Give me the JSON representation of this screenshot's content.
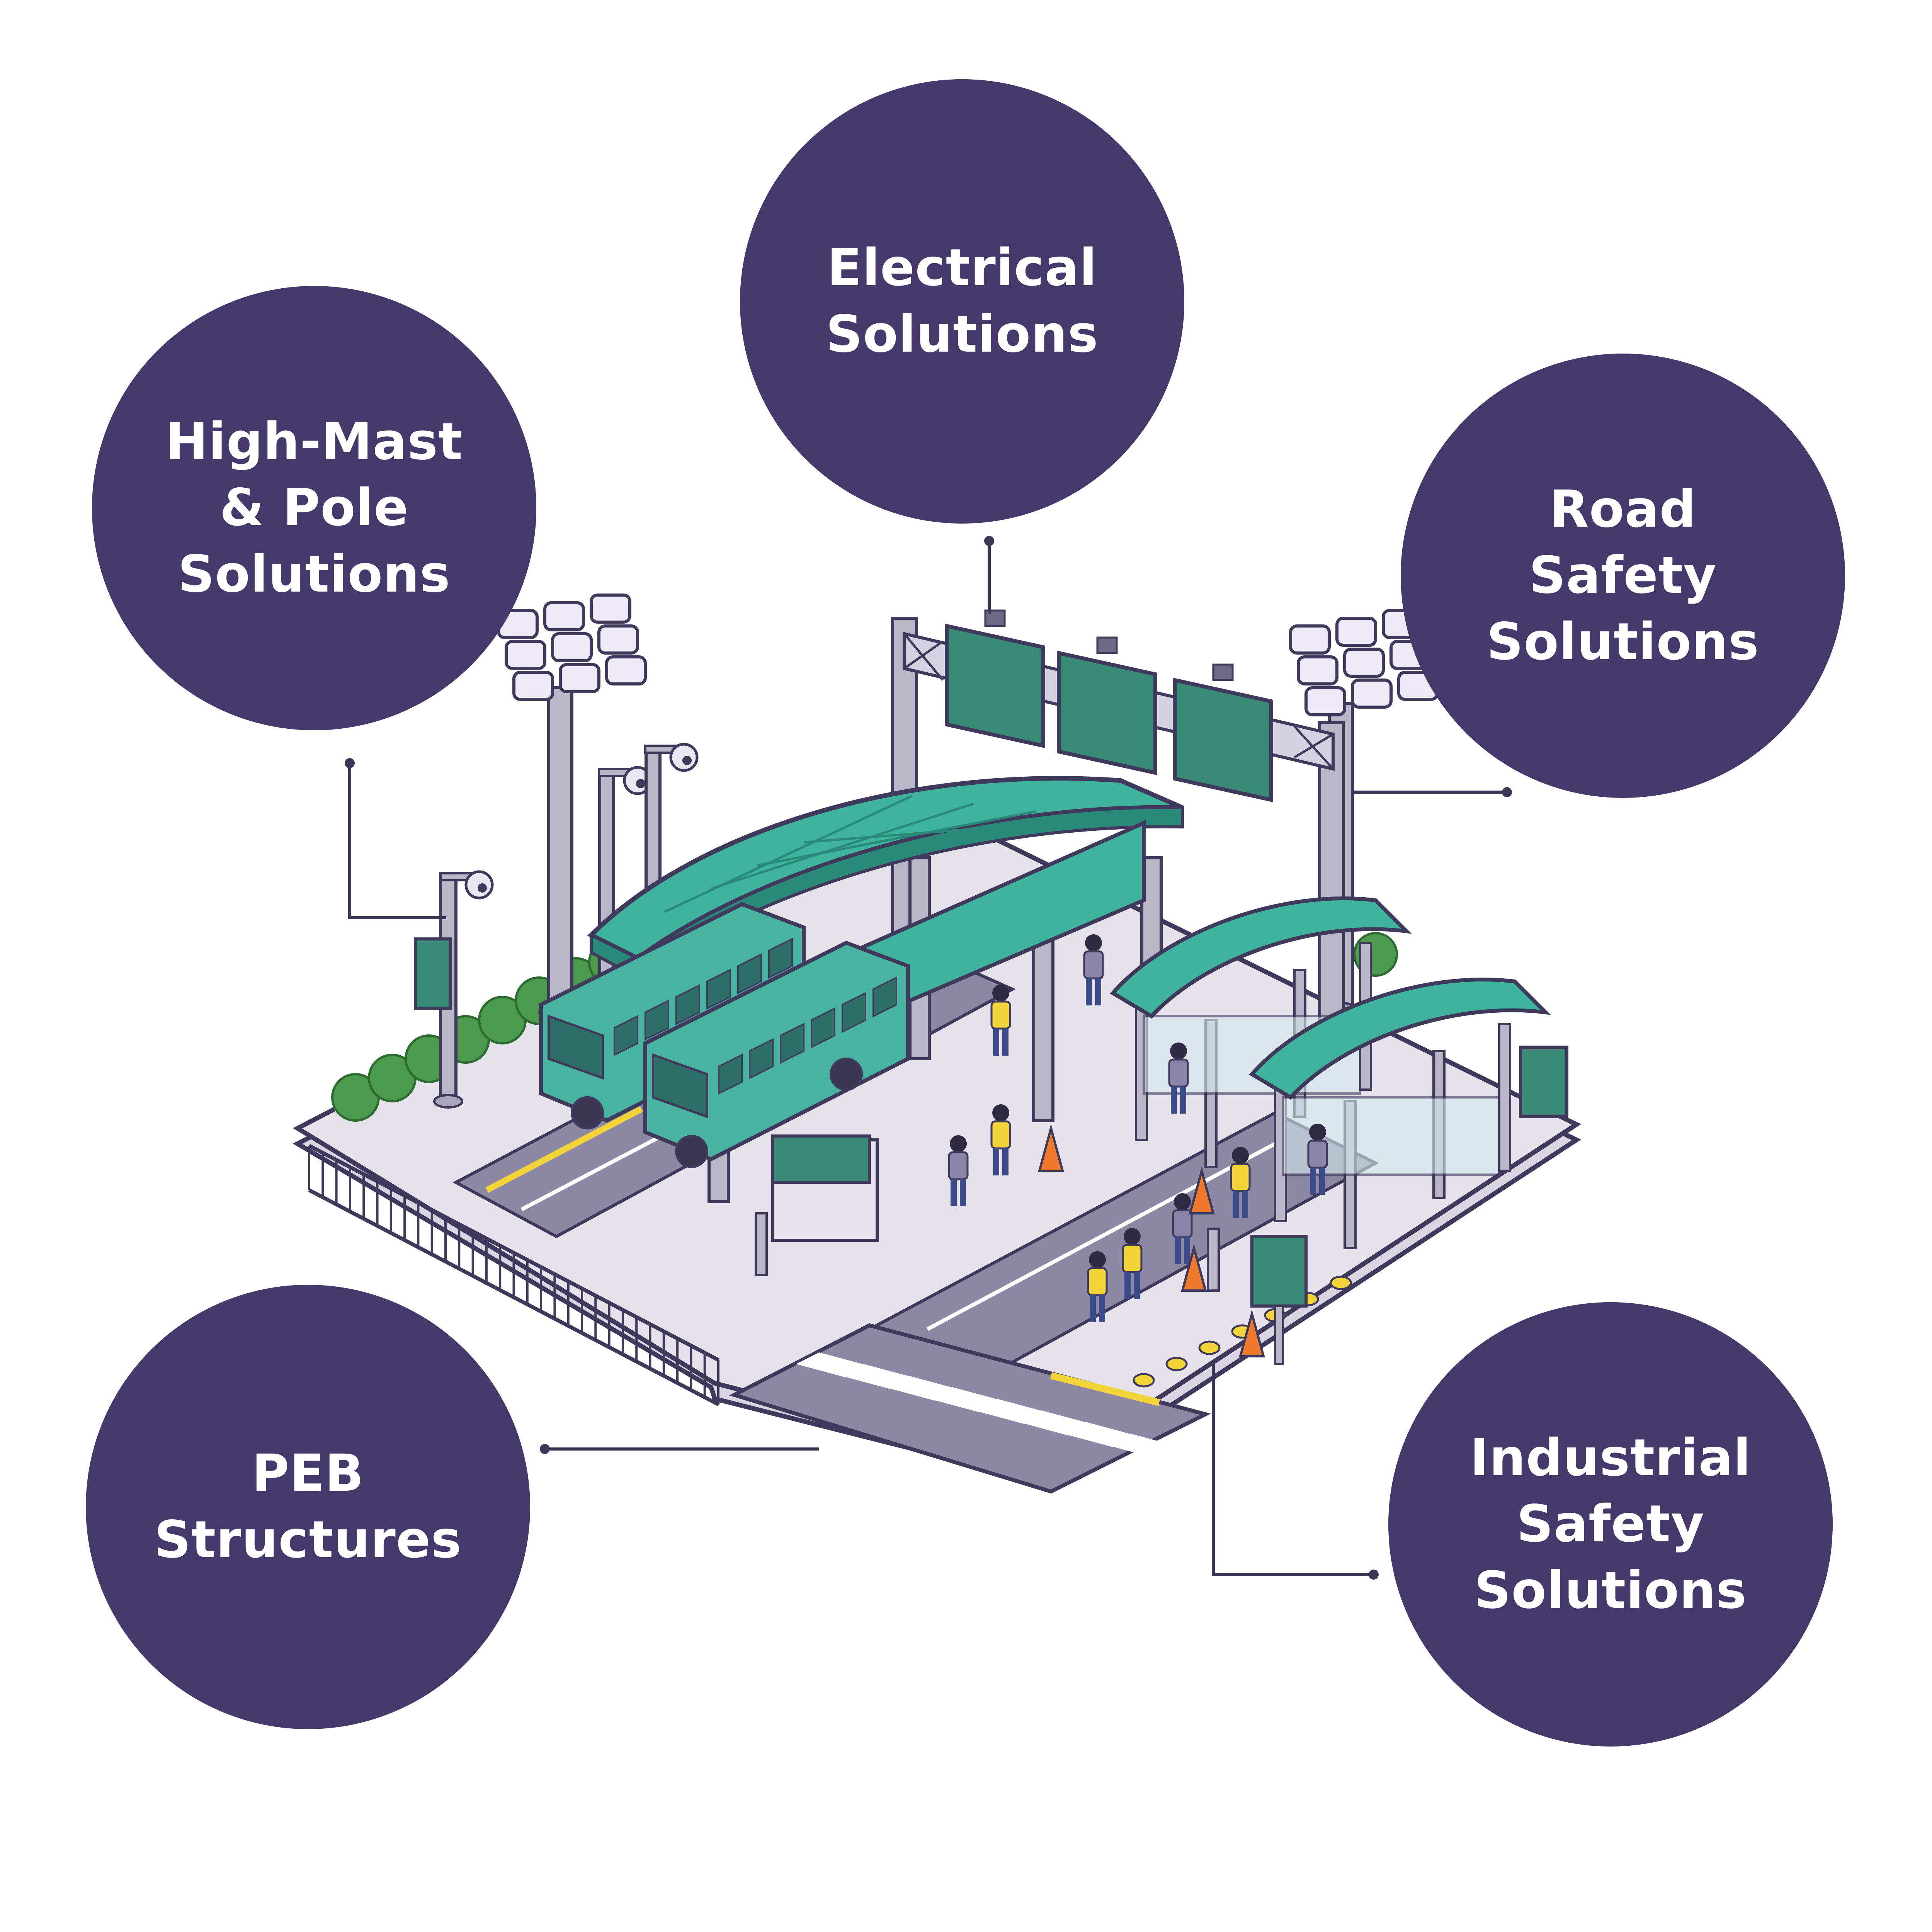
{
  "theme": {
    "circle": "#45386b",
    "connector": "#3b3656",
    "outline": "#3f3a5c",
    "teal": "#3fb39d",
    "teal_dark": "#2a8a79",
    "sign_green": "#3a8a78",
    "pavement": "#e6e2ec",
    "road": "#8d88a3",
    "pole": "#b9b6c8",
    "shrub": "#4c9a4d",
    "lamp": "#eeeaf8",
    "worker_vest": "#f3d53a",
    "cone": "#f07a2b",
    "bus": "#47b3a0"
  },
  "nodes": [
    {
      "id": "electrical",
      "lines": [
        "Electrical",
        "Solutions"
      ]
    },
    {
      "id": "high-mast",
      "lines": [
        "High-Mast",
        "& Pole",
        "Solutions"
      ]
    },
    {
      "id": "road-safety",
      "lines": [
        "Road",
        "Safety",
        "Solutions"
      ]
    },
    {
      "id": "peb",
      "lines": [
        "PEB",
        "Structures"
      ]
    },
    {
      "id": "industrial-safety",
      "lines": [
        "Industrial",
        "Safety",
        "Solutions"
      ]
    }
  ],
  "illustration": {
    "icons": [
      "high-mast-light-icon",
      "cctv-camera-icon",
      "gantry-sign-icon",
      "bus-icon",
      "canopy-icon",
      "bus-shelter-icon",
      "traffic-cone-icon",
      "worker-icon",
      "crosswalk-icon",
      "fence-icon",
      "bollard-icon",
      "shrub-icon"
    ]
  }
}
